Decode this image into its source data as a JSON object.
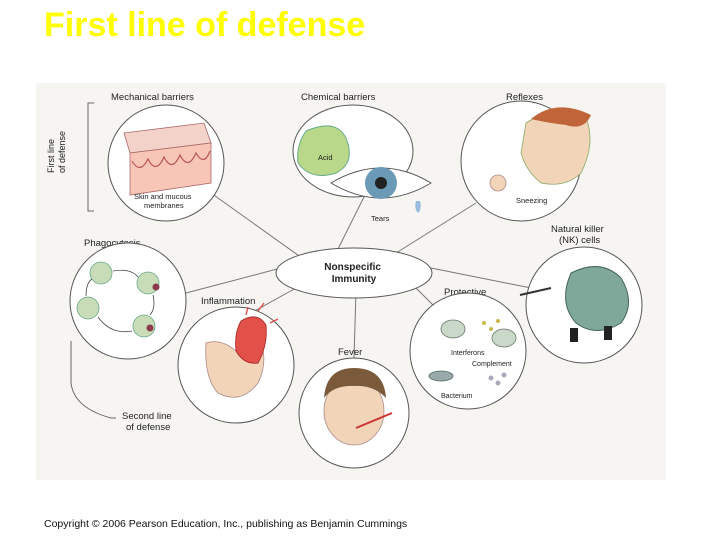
{
  "slide": {
    "title": "First line of defense",
    "copyright": "Copyright © 2006 Pearson Education, Inc., publishing as Benjamin Cummings"
  },
  "diagram": {
    "center": [
      "Nonspecific",
      "Immunity"
    ],
    "first_line_label": [
      "First line",
      "of defense"
    ],
    "second_line_label": [
      "Second line",
      "of defense"
    ],
    "nodes": {
      "mechanical": {
        "title": "Mechanical barriers",
        "caption": [
          "Skin and mucous",
          "membranes"
        ]
      },
      "chemical": {
        "title": "Chemical barriers",
        "acid": "Acid",
        "tears": "Tears"
      },
      "reflexes": {
        "title": "Reflexes",
        "caption": "Sneezing"
      },
      "phagocytosis": {
        "title": "Phagocytosis"
      },
      "nk_cells": {
        "title": [
          "Natural killer",
          "(NK) cells"
        ]
      },
      "inflammation": {
        "title": "Inflammation"
      },
      "protective": {
        "title": [
          "Protective",
          "proteins"
        ],
        "interferons": "Interferons",
        "complement": "Complement",
        "bacterium": "Bacterium"
      },
      "fever": {
        "title": "Fever"
      }
    },
    "colors": {
      "title_yellow": "#ffff00",
      "outline": "#555555",
      "acid_green": "#b9d88a",
      "nk_cell_green": "#7fa89a",
      "inflamed_red": "#e2504a",
      "skin": "#f2d4b8"
    }
  }
}
